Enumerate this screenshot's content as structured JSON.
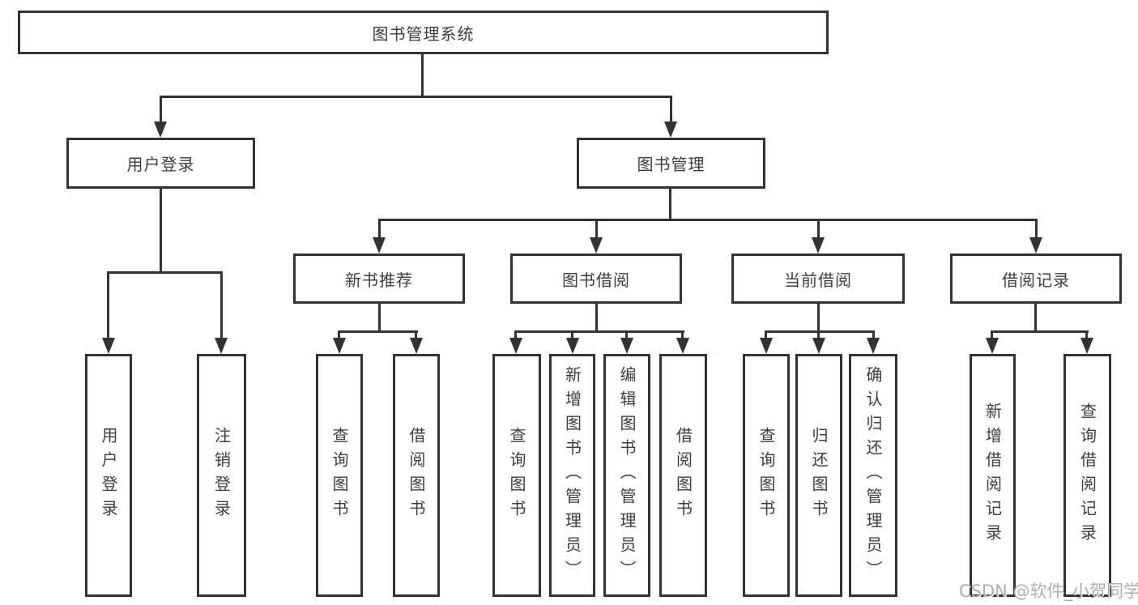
{
  "colors": {
    "line": "#333333",
    "text": "#3d3d3d",
    "background": "#ffffff",
    "watermark": "#aeaeae"
  },
  "watermark": "CSDN @软件_小贺同学",
  "tree": {
    "root": "图书管理系统",
    "user_login": {
      "label": "用户登录",
      "children": [
        "用户登录",
        "注销登录"
      ]
    },
    "book_management": {
      "label": "图书管理",
      "sections": [
        {
          "label": "新书推荐",
          "children": [
            "查询图书",
            "借阅图书"
          ]
        },
        {
          "label": "图书借阅",
          "children": [
            "查询图书",
            "新增图书（管理员）",
            "编辑图书（管理员）",
            "借阅图书"
          ]
        },
        {
          "label": "当前借阅",
          "children": [
            "查询图书",
            "归还图书",
            "确认归还（管理员）"
          ]
        },
        {
          "label": "借阅记录",
          "children": [
            "新增借阅记录",
            "查询借阅记录"
          ]
        }
      ]
    }
  }
}
